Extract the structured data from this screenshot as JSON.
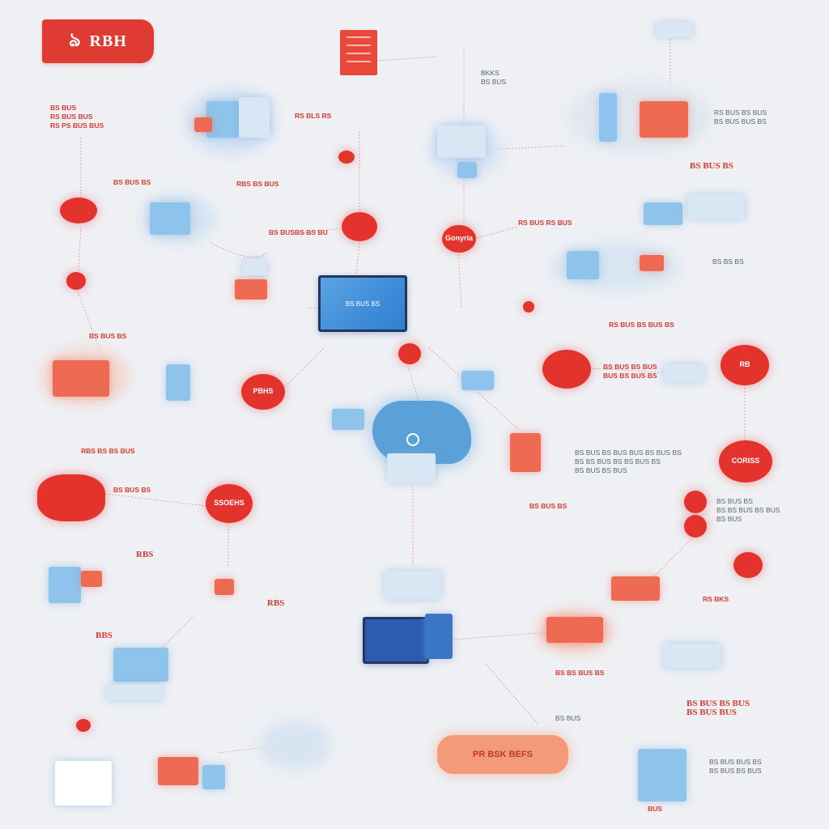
{
  "header": {
    "brand_label": "RBH",
    "brand_icon": "dragon-logo-icon",
    "brand_color": "#e03b33"
  },
  "nodes": {
    "n1": "",
    "n2": "",
    "n3": "",
    "n4": "Gonyria",
    "n5": "",
    "n6": "PBHS",
    "n7": "",
    "n8": "RB",
    "n9": "CORISS",
    "n10": "",
    "n11": "SSOEHS",
    "n12": "",
    "n13": "",
    "n14": "",
    "n15": "",
    "n16": "",
    "n17": ""
  },
  "pill": {
    "label": "PR BSK BEFS"
  },
  "labels": {
    "l1": [
      "BS BUS",
      "RS BUS BUS",
      "RS PS BUS BUS"
    ],
    "l2": [
      "BKKS",
      "BS BUS"
    ],
    "l3": [
      "RS BLS RS"
    ],
    "l4": [
      "BS BUS BS"
    ],
    "l5": [
      "RBS BS BUS"
    ],
    "l6": [
      "BS BUSBS BS BU"
    ],
    "l7": [
      "RS BUS RS BUS"
    ],
    "l8": [
      "BS BUS BS"
    ],
    "l9": [
      "RS BUS BS BUS",
      "BS BUS BUS BS"
    ],
    "l10": [
      "BS BUS BS"
    ],
    "l11": [
      "BS BS BS"
    ],
    "l12": [
      "RS BUS BS BUS BS"
    ],
    "l13": [
      "BS BUS BS BUS",
      "BUS BS BUS BS"
    ],
    "l14": [
      "RBS BS BS BUS"
    ],
    "l15": [
      "BS BUS BS BUS BUS BS BUS BS",
      "BS BS BUS BS BS BUS BS",
      "BS BUS BS BUS"
    ],
    "l16": [
      "BS BUS BS"
    ],
    "l17": [
      "BS BUS BS",
      "BS BS BUS BS BUS",
      "BS BUS"
    ],
    "l18": [
      "RBS"
    ],
    "l19": [
      "RBS"
    ],
    "l20": [
      "BBS"
    ],
    "l21": [
      "BS BUS BS"
    ],
    "l22": [
      "RS BKS"
    ],
    "l23": [
      "BS BS BUS BS"
    ],
    "l24": [
      "BS BUS BS BUS",
      "BS BUS BUS"
    ],
    "l25": [
      "BS BUS"
    ],
    "l26": [
      "BS BUS BUS BS",
      "BS BUS BS BUS"
    ],
    "l27": [
      "BUS"
    ]
  },
  "screens": {
    "main": "BS BUS BS"
  },
  "colors": {
    "accent_red": "#e3332c",
    "accent_blue": "#2a5cb0",
    "background": "#eef0f4"
  }
}
